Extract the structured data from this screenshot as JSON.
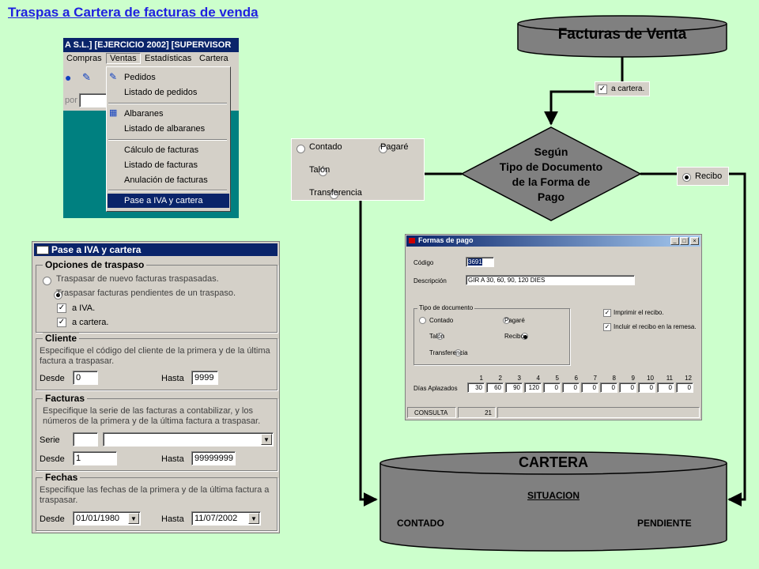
{
  "page_title": "Traspas a Cartera de facturas de venda",
  "menu_window": {
    "titlebar": "A  S.L.] [EJERCICIO 2002] [SUPERVISOR",
    "menubar": [
      "Compras",
      "Ventas",
      "Estadísticas",
      "Cartera"
    ],
    "side_label": "por",
    "dropdown": {
      "group1": [
        "Pedidos",
        "Listado de pedidos"
      ],
      "group2": [
        "Albaranes",
        "Listado de albaranes"
      ],
      "group3": [
        "Cálculo de facturas",
        "Listado de facturas",
        "Anulación de facturas"
      ],
      "selected": "Pase a IVA y cartera"
    }
  },
  "pase_dialog": {
    "title": "Pase a IVA y cartera",
    "opciones": {
      "label": "Opciones de traspaso",
      "radio1": "Traspasar de nuevo facturas traspasadas.",
      "radio2": "Traspasar facturas pendientes de un traspaso.",
      "check1": "a IVA.",
      "check2": "a cartera."
    },
    "cliente": {
      "label": "Cliente",
      "desc": "Especifique el código del cliente de la primera y de la última factura a traspasar.",
      "desde_label": "Desde",
      "desde_value": "0",
      "hasta_label": "Hasta",
      "hasta_value": "9999"
    },
    "facturas": {
      "label": "Facturas",
      "desc": "Especifique la serie de las facturas a contabilizar, y los números de la primera y de la última factura a traspasar.",
      "serie_label": "Serie",
      "desde_label": "Desde",
      "desde_value": "1",
      "hasta_label": "Hasta",
      "hasta_value": "99999999"
    },
    "fechas": {
      "label": "Fechas",
      "desc": "Especifique las fechas de la primera y de la última factura a traspasar.",
      "desde_label": "Desde",
      "desde_value": "01/01/1980",
      "hasta_label": "Hasta",
      "hasta_value": "11/07/2002"
    }
  },
  "flow": {
    "top_cylinder": "Facturas de Venta",
    "checkbox_label": "a cartera.",
    "decision": [
      "Según",
      "Tipo de Documento",
      "de la Forma de",
      "Pago"
    ],
    "left_options": [
      "Contado",
      "Pagaré",
      "Talón",
      "Transferencia"
    ],
    "right_option": "Recibo",
    "bottom_cylinder": {
      "title": "CARTERA",
      "situacion": "SITUACION",
      "left": "CONTADO",
      "right": "PENDIENTE"
    }
  },
  "formas_dialog": {
    "title": "Formas de pago",
    "codigo_label": "Código",
    "codigo_value": "3691",
    "descripcion_label": "Descripción",
    "descripcion_value": "GIR A 30, 60, 90, 120 DIES",
    "tipo_label": "Tipo de documento",
    "tipo_options": [
      "Contado",
      "Pagaré",
      "Talón",
      "Recibo",
      "Transferencia"
    ],
    "check_imprimir": "Imprimir el recibo.",
    "check_incluir": "Incluir el recibo en la remesa.",
    "dias_label": "Días Aplazados",
    "dias_headers": [
      "1",
      "2",
      "3",
      "4",
      "5",
      "6",
      "7",
      "8",
      "9",
      "10",
      "11",
      "12"
    ],
    "dias_values": [
      "30",
      "60",
      "90",
      "120",
      "0",
      "0",
      "0",
      "0",
      "0",
      "0",
      "0",
      "0"
    ],
    "status_mode": "CONSULTA",
    "status_count": "21"
  },
  "colors": {
    "background": "#ccffcc",
    "title_link": "#2020e0",
    "cylinder": "#808080",
    "window_gray": "#d4d0c8",
    "menu_highlight": "#0a246a",
    "teal": "#008080"
  }
}
